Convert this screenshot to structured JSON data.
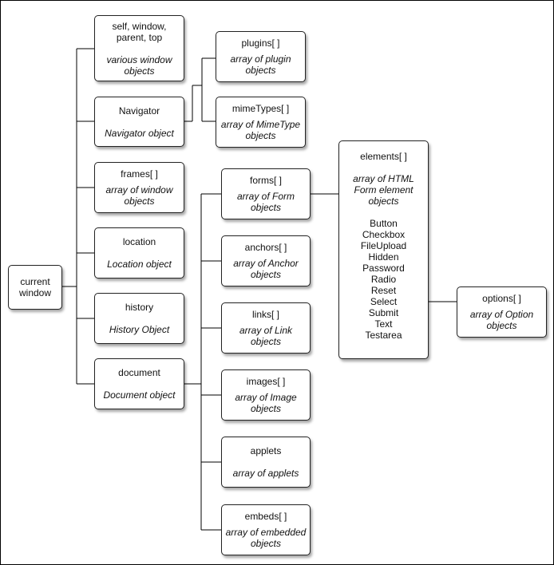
{
  "nodes": {
    "current_window": {
      "title": "current window"
    },
    "self_window": {
      "title": "self, window, parent, top",
      "desc": "various window objects"
    },
    "navigator": {
      "title": "Navigator",
      "desc": "Navigator object"
    },
    "frames": {
      "title": "frames[ ]",
      "desc": "array of window objects"
    },
    "location": {
      "title": "location",
      "desc": "Location object"
    },
    "history": {
      "title": "history",
      "desc": "History Object"
    },
    "document": {
      "title": "document",
      "desc": "Document object"
    },
    "plugins": {
      "title": "plugins[ ]",
      "desc": "array of plugin objects"
    },
    "mimetypes": {
      "title": "mimeTypes[ ]",
      "desc": "array of MimeType objects"
    },
    "forms": {
      "title": "forms[ ]",
      "desc": "array of Form objects"
    },
    "anchors": {
      "title": "anchors[ ]",
      "desc": "array of Anchor objects"
    },
    "links": {
      "title": "links[ ]",
      "desc": "array of Link objects"
    },
    "images": {
      "title": "images[ ]",
      "desc": "array of Image objects"
    },
    "applets": {
      "title": "applets",
      "desc": "array of applets"
    },
    "embeds": {
      "title": "embeds[ ]",
      "desc": "array of embedded objects"
    },
    "elements": {
      "title": "elements[ ]",
      "desc": "array of HTML Form element objects",
      "items": [
        "Button",
        "Checkbox",
        "FileUpload",
        "Hidden",
        "Password",
        "Radio",
        "Reset",
        "Select",
        "Submit",
        "Text",
        "Testarea"
      ]
    },
    "options": {
      "title": "options[ ]",
      "desc": "array of Option objects"
    }
  },
  "colors": {
    "border": "#222222",
    "line": "#000000",
    "background": "#ffffff"
  }
}
